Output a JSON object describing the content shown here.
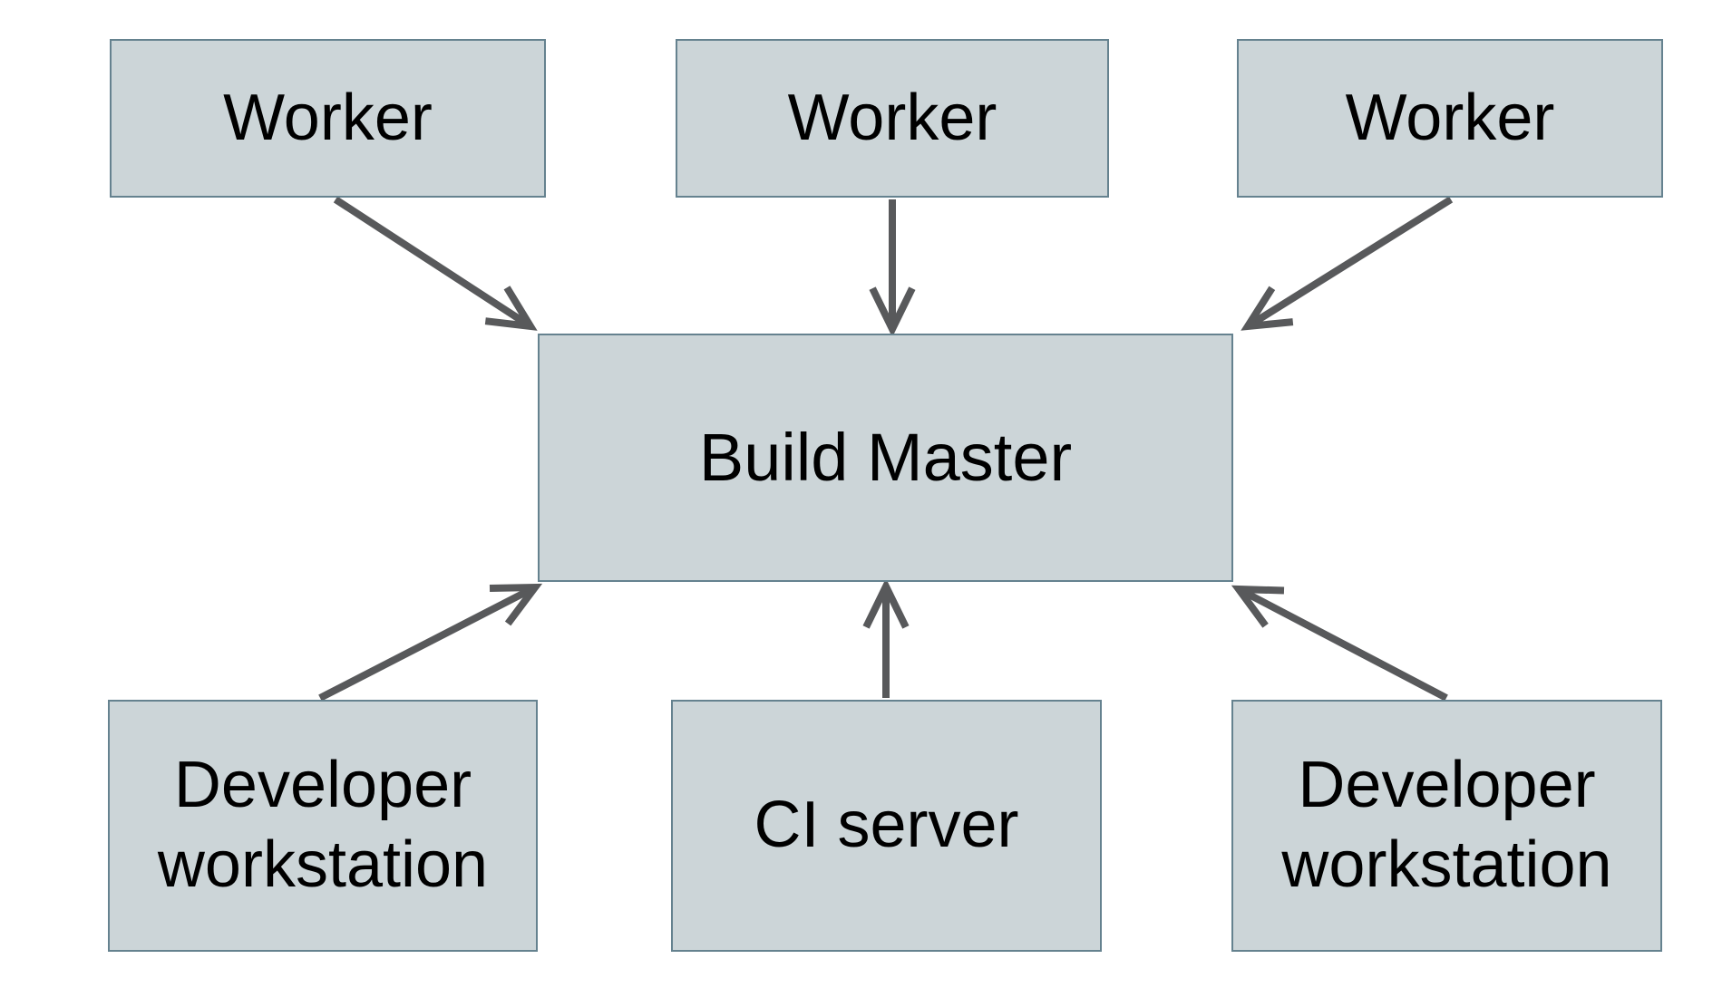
{
  "colors": {
    "background": "#ffffff",
    "node_fill": "#ccd5d8",
    "node_border": "#65828f",
    "arrow_color": "#58595b",
    "text_color": "#000000"
  },
  "nodes": {
    "worker1": {
      "label": "Worker"
    },
    "worker2": {
      "label": "Worker"
    },
    "worker3": {
      "label": "Worker"
    },
    "build_master": {
      "label": "Build Master"
    },
    "dev1": {
      "label": "Developer workstation"
    },
    "ci": {
      "label": "CI server"
    },
    "dev2": {
      "label": "Developer workstation"
    }
  },
  "edges": [
    {
      "from": "worker1",
      "to": "build_master"
    },
    {
      "from": "worker2",
      "to": "build_master"
    },
    {
      "from": "worker3",
      "to": "build_master"
    },
    {
      "from": "dev1",
      "to": "build_master"
    },
    {
      "from": "ci",
      "to": "build_master"
    },
    {
      "from": "dev2",
      "to": "build_master"
    }
  ]
}
